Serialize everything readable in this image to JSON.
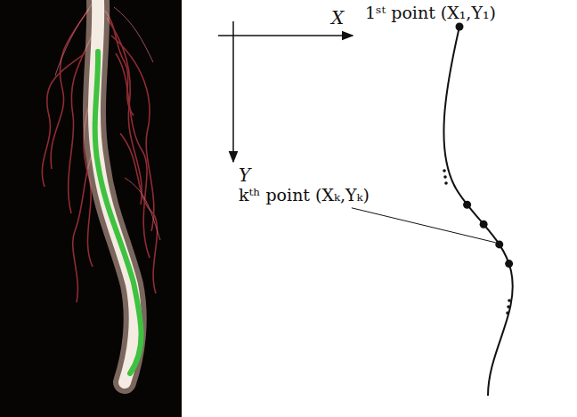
{
  "diagram": {
    "labels": [
      "X",
      "Y",
      "1ˢᵗ point (X₁,Y₁)",
      "kᵗʰ point (Xₖ,Yₖ)"
    ]
  }
}
